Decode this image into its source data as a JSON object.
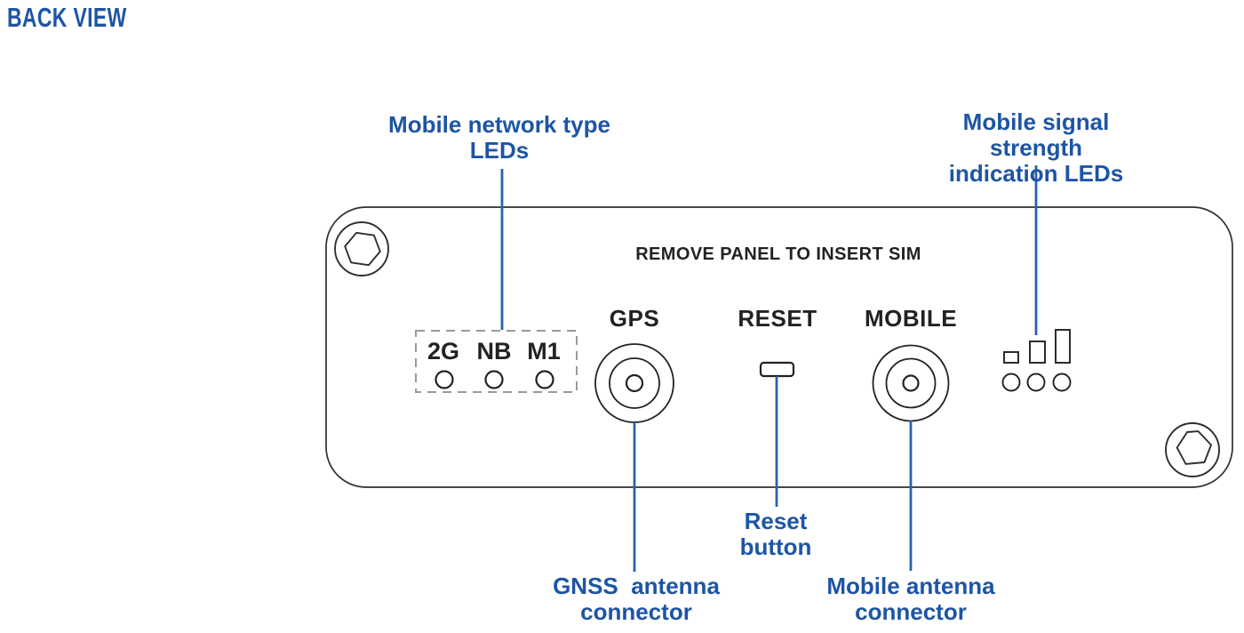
{
  "title": "BACK VIEW",
  "colors": {
    "accent_blue": "#1d55a5",
    "leader_line_blue": "#2a62aa",
    "panel_outline": "#2e2e2e",
    "dashed_box_gray": "#9a9a9a"
  },
  "panel": {
    "sim_notice": "REMOVE PANEL TO INSERT SIM",
    "gps_label": "GPS",
    "reset_label": "RESET",
    "mobile_label": "MOBILE",
    "network_type_leds": [
      "2G",
      "NB",
      "M1"
    ]
  },
  "annotations": {
    "network_leds": "Mobile network type\nLEDs",
    "signal_leds": "Mobile signal strength\nindication LEDs",
    "reset_button": "Reset\nbutton",
    "gnss_connector": "GNSS  antenna\nconnector",
    "mobile_connector": "Mobile antenna\nconnector"
  }
}
